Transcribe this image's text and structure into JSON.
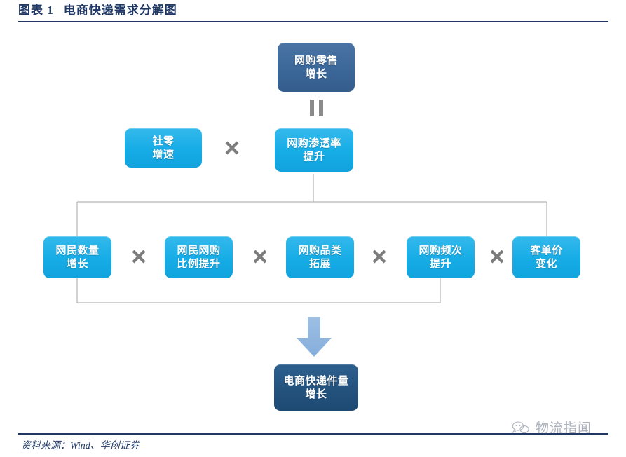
{
  "header": {
    "exhibit_number": "图表 1",
    "title": "电商快递需求分解图",
    "rule_color": "#1F3864"
  },
  "footer": {
    "source_label": "资料来源：Wind、华创证券"
  },
  "watermark": {
    "text": "物流指闻",
    "logo_name": "chat-bubble-logo"
  },
  "diagram": {
    "type": "flow-decomposition",
    "colors": {
      "cyan_node": "#16ace6",
      "steel_node": "#3b6799",
      "navy_node": "#23527d",
      "arrow": "#8db4de",
      "operator": "#7d7d7d",
      "connector_line": "#a6a6a6"
    },
    "level1": {
      "node": {
        "label": "网购零售\n增长",
        "style": "steel"
      }
    },
    "operator_equals": {
      "symbol": "=",
      "orientation": "rotated"
    },
    "level2": {
      "nodes": [
        {
          "label": "社零\n增速",
          "style": "cyan"
        },
        {
          "label": "网购渗透率\n提升",
          "style": "cyan"
        }
      ],
      "operators": [
        "×"
      ]
    },
    "level3": {
      "nodes": [
        {
          "label": "网民数量\n增长",
          "style": "cyan"
        },
        {
          "label": "网民网购\n比例提升",
          "style": "cyan"
        },
        {
          "label": "网购品类\n拓展",
          "style": "cyan"
        },
        {
          "label": "网购频次\n提升",
          "style": "cyan"
        },
        {
          "label": "客单价\n变化",
          "style": "cyan"
        }
      ],
      "operators": [
        "×",
        "×",
        "×",
        "×"
      ]
    },
    "arrow_down": {
      "name": "down-arrow",
      "direction": "down"
    },
    "level4": {
      "node": {
        "label": "电商快递件量\n增长",
        "style": "navy"
      }
    }
  }
}
